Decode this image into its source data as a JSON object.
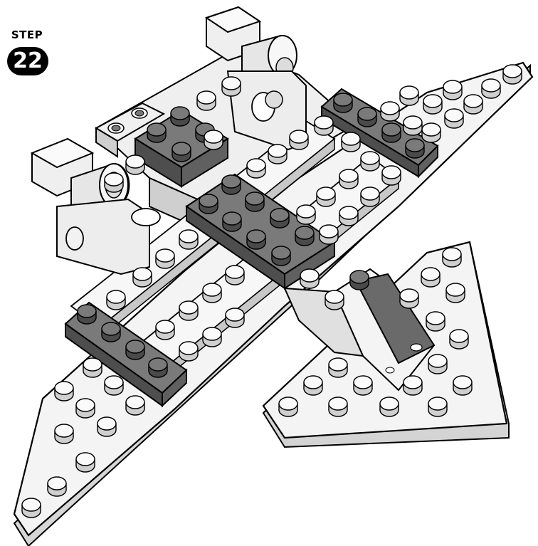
{
  "step": {
    "label": "STEP",
    "number": "22"
  },
  "colors": {
    "background": "#ffffff",
    "light_brick": "#f5f5f5",
    "light_brick_side": "#d8d8d8",
    "dark_brick": "#6e6e6e",
    "dark_brick_top": "#7c7c7c",
    "outline": "#000000",
    "badge": "#000000"
  },
  "icons": [
    "lego-aircraft-model-illustration"
  ]
}
